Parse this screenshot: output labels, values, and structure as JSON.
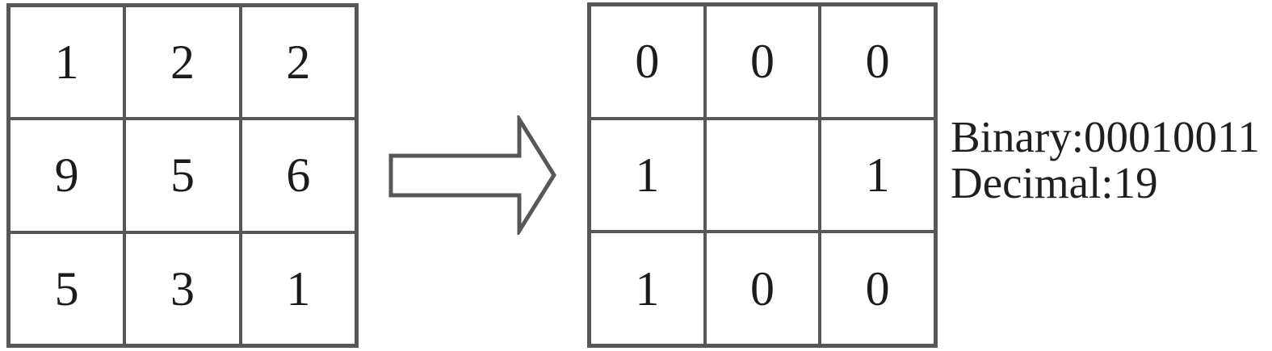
{
  "diagram": {
    "description_colors": {
      "line_color": "#57575a",
      "digit_color": "#1c1c1c",
      "text_color": "#1f1f1f",
      "background_color": "#ffffff"
    },
    "left_grid": {
      "rows": [
        [
          "1",
          "2",
          "2"
        ],
        [
          "9",
          "5",
          "6"
        ],
        [
          "5",
          "3",
          "1"
        ]
      ]
    },
    "right_grid": {
      "rows": [
        [
          "0",
          "0",
          "0"
        ],
        [
          "1",
          "",
          "1"
        ],
        [
          "1",
          "0",
          "0"
        ]
      ]
    },
    "annotation": {
      "binary_label": "Binary:00010011",
      "decimal_label": "Decimal:19"
    }
  }
}
